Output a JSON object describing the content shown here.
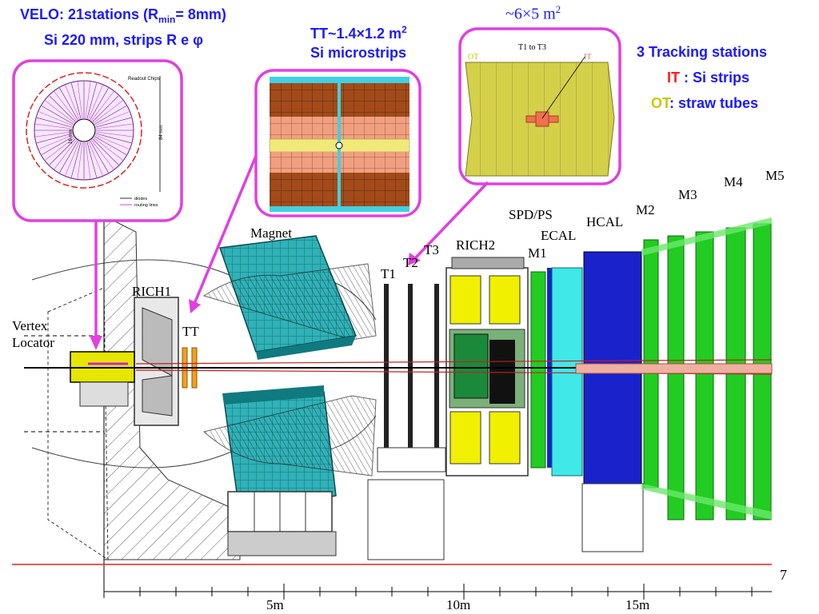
{
  "velo": {
    "line1_prefix": "VELO: 21stations (R",
    "line1_sub": "min",
    "line1_suffix": "= 8mm)",
    "line2": "Si  220 mm, strips R e φ",
    "inset_readout": "Readout Chips",
    "inset_radius": "16 mm",
    "inset_height": "84 mm",
    "inset_legend1": "diodes",
    "inset_legend2": "routing lines"
  },
  "tt": {
    "line1_prefix": "TT~1.4×1.2 m",
    "line1_sup": "2",
    "line2": "Si microstrips"
  },
  "t_stations": {
    "area_prefix": "~6×5 m",
    "area_sup": "2",
    "inset_title": "T1 to T3",
    "inset_ot": "OT",
    "inset_it": "IT"
  },
  "tracking": {
    "title": "3 Tracking stations",
    "it_abbr": "IT",
    "it_desc": " : Si strips",
    "ot_abbr": "OT",
    "ot_desc": ": straw tubes"
  },
  "detector": {
    "magnet": "Magnet",
    "rich1": "RICH1",
    "tt": "TT",
    "t1": "T1",
    "t2": "T2",
    "t3": "T3",
    "rich2": "RICH2",
    "m1": "M1",
    "spd_ps": "SPD/PS",
    "ecal": "ECAL",
    "hcal": "HCAL",
    "m2": "M2",
    "m3": "M3",
    "m4": "M4",
    "m5": "M5",
    "vertex1": "Vertex",
    "vertex2": "Locator"
  },
  "scale": {
    "tick_5m": "5m",
    "tick_10m": "10m",
    "tick_15m": "15m"
  },
  "page_number": "7",
  "colors": {
    "title_blue": "#1a1aff",
    "it_red": "#ff1a1a",
    "ot_yellow": "#c8c800",
    "inset_border": "#e040e0",
    "magnet_cyan": "#2fb2b8",
    "ecal_cyan": "#40e8e8",
    "hcal_blue": "#1a22cc",
    "muon_green": "#22cc22",
    "rich2_yellow": "#f0f000",
    "tt_brown": "#a34a1a"
  }
}
